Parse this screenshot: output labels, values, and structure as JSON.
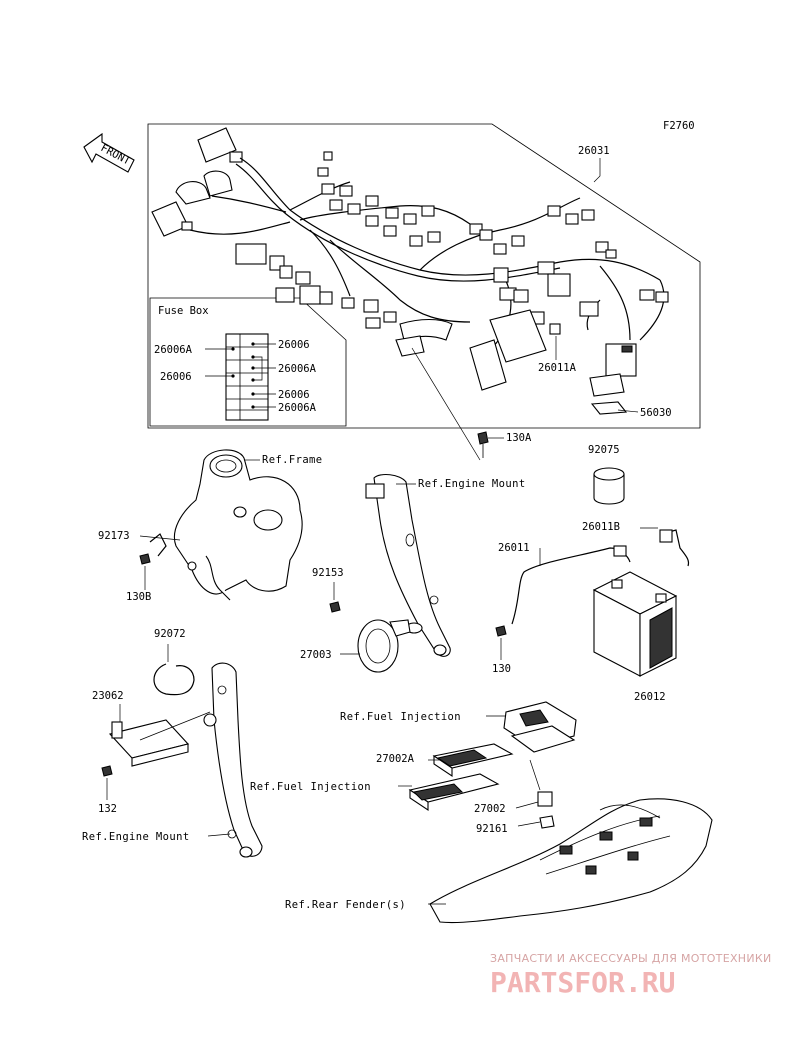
{
  "figure_code": "F2760",
  "front_arrow_label": "FRONT",
  "fuse_box_label": "Fuse Box",
  "callouts": {
    "p26031": "26031",
    "p26006_a1": "26006",
    "p26006A_left": "26006A",
    "p26006A_right": "26006A",
    "p26006_left": "26006",
    "p26006_a2": "26006",
    "p26006A_bottom": "26006A",
    "p26011A": "26011A",
    "p56030": "56030",
    "p130A": "130A",
    "p92075": "92075",
    "p26011B": "26011B",
    "p26011": "26011",
    "p130": "130",
    "p26012": "26012",
    "p92173": "92173",
    "p130B": "130B",
    "p92153": "92153",
    "p27003": "27003",
    "p92072": "92072",
    "p23062": "23062",
    "p132": "132",
    "p27002A": "27002A",
    "p27002": "27002",
    "p92161": "92161"
  },
  "refs": {
    "frame": "Ref.Frame",
    "engine_mount_top": "Ref.Engine Mount",
    "fuel_injection_1": "Ref.Fuel Injection",
    "fuel_injection_2": "Ref.Fuel Injection",
    "engine_mount_bottom": "Ref.Engine Mount",
    "rear_fender": "Ref.Rear Fender(s)"
  },
  "watermark": {
    "tagline": "ЗАПЧАСТИ И АКСЕССУАРЫ ДЛЯ МОТОТЕХНИКИ",
    "logo": "PARTSFOR.RU"
  }
}
